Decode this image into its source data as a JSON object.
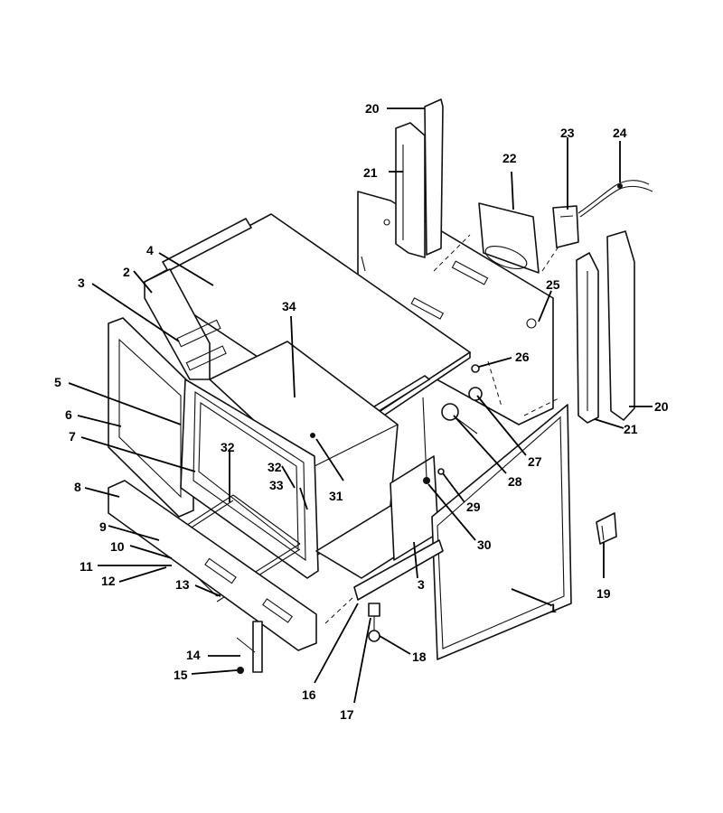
{
  "callouts": [
    "1",
    "2",
    "3",
    "3",
    "4",
    "5",
    "6",
    "7",
    "8",
    "9",
    "10",
    "11",
    "12",
    "13",
    "14",
    "15",
    "16",
    "17",
    "18",
    "19",
    "20",
    "20",
    "21",
    "21",
    "22",
    "23",
    "24",
    "25",
    "26",
    "27",
    "28",
    "29",
    "30",
    "31",
    "32",
    "32",
    "33",
    "34"
  ]
}
